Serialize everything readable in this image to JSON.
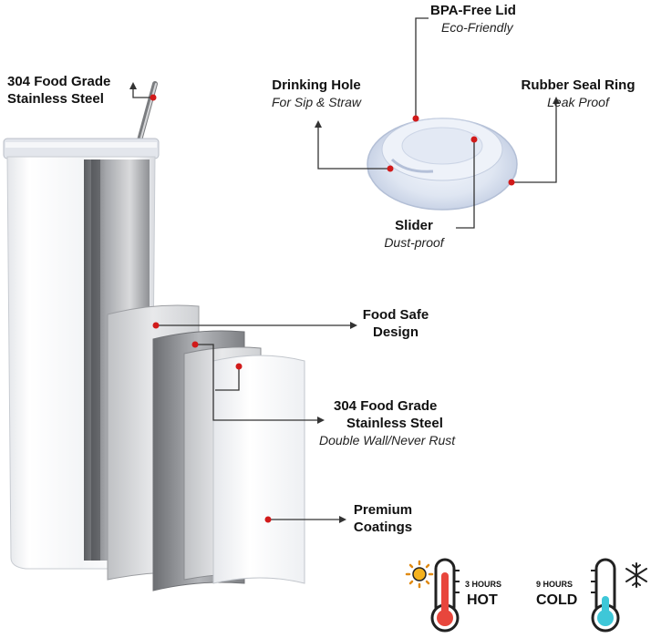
{
  "callouts": {
    "steel_top": {
      "line1": "304 Food Grade",
      "line2": "Stainless Steel"
    },
    "lid": {
      "title": "BPA-Free Lid",
      "sub": "Eco-Friendly"
    },
    "drinking_hole": {
      "title": "Drinking Hole",
      "sub": "For Sip & Straw"
    },
    "rubber_seal": {
      "title": "Rubber Seal Ring",
      "sub": "Leak Proof"
    },
    "slider": {
      "title": "Slider",
      "sub": "Dust-proof"
    },
    "food_safe": {
      "line1": "Food Safe",
      "line2": "Design"
    },
    "steel_wall": {
      "line1": "304 Food Grade",
      "line2": "Stainless Steel",
      "sub": "Double Wall/Never Rust"
    },
    "coatings": {
      "line1": "Premium",
      "line2": "Coatings"
    }
  },
  "temperature": {
    "hot": {
      "hours": "3 HOURS",
      "label": "HOT",
      "icon": "sun-icon",
      "color": "#e8463c"
    },
    "cold": {
      "hours": "9 HOURS",
      "label": "COLD",
      "icon": "snowflake-icon",
      "color": "#3ec7d8"
    }
  },
  "colors": {
    "marker": "#d11a1a",
    "line": "#333333"
  }
}
